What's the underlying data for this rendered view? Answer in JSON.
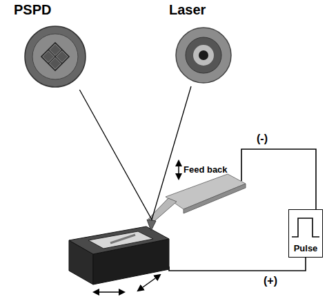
{
  "diagram": {
    "nodes": [
      {
        "text": [
          "PSPD"
        ]
      },
      {
        "text": [
          "Laser"
        ]
      },
      {
        "text": [
          "Pulse"
        ]
      }
    ],
    "edges": [
      {
        "from": 1,
        "to": 0,
        "arrow": "none"
      }
    ],
    "labels": [
      "Feed back",
      "(-)",
      "(+)"
    ]
  }
}
